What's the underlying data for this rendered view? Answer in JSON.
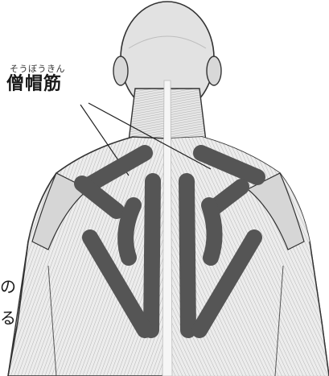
{
  "labels": {
    "ruby": "そうぼうきん",
    "muscle": "僧帽筋",
    "fragment_1": "の",
    "fragment_2": "る"
  },
  "colors": {
    "skin_fill": "#e8e8e8",
    "outline": "#333333",
    "muscle_stroke": "#6e6e6e",
    "spine": "#f4f4f4",
    "tape": "#555555"
  },
  "icons": [
    "back-muscle-illustration",
    "kinesio-tape-strips"
  ]
}
